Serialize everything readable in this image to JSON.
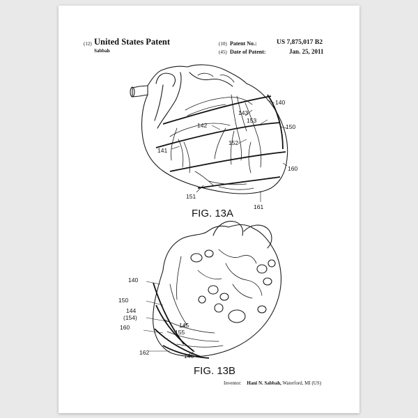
{
  "header": {
    "code_12": "(12)",
    "title": "United States Patent",
    "inventor_short": "Sabbah",
    "code_10": "(10)",
    "patent_no_label": "Patent No.:",
    "patent_no": "US 7,875,017 B2",
    "code_45": "(45)",
    "date_label": "Date of Patent:",
    "date": "Jan. 25, 2011"
  },
  "figures": {
    "fig_a": {
      "label": "FIG. 13A",
      "refs": {
        "r140": "140",
        "r143": "143",
        "r153": "153",
        "r150": "150",
        "r142": "142",
        "r152": "152",
        "r141": "141",
        "r160": "160",
        "r151": "151",
        "r161": "161"
      }
    },
    "fig_b": {
      "label": "FIG. 13B",
      "refs": {
        "r140": "140",
        "r150": "150",
        "r144": "144",
        "r154": "(154)",
        "r160": "160",
        "r145": "145",
        "r155": "155",
        "r162": "162",
        "r146": "146"
      }
    }
  },
  "footer": {
    "inventor_label": "Inventor:",
    "inventor_name": "Hani N. Sabbah,",
    "inventor_location": "Waterford, MI (US)"
  }
}
